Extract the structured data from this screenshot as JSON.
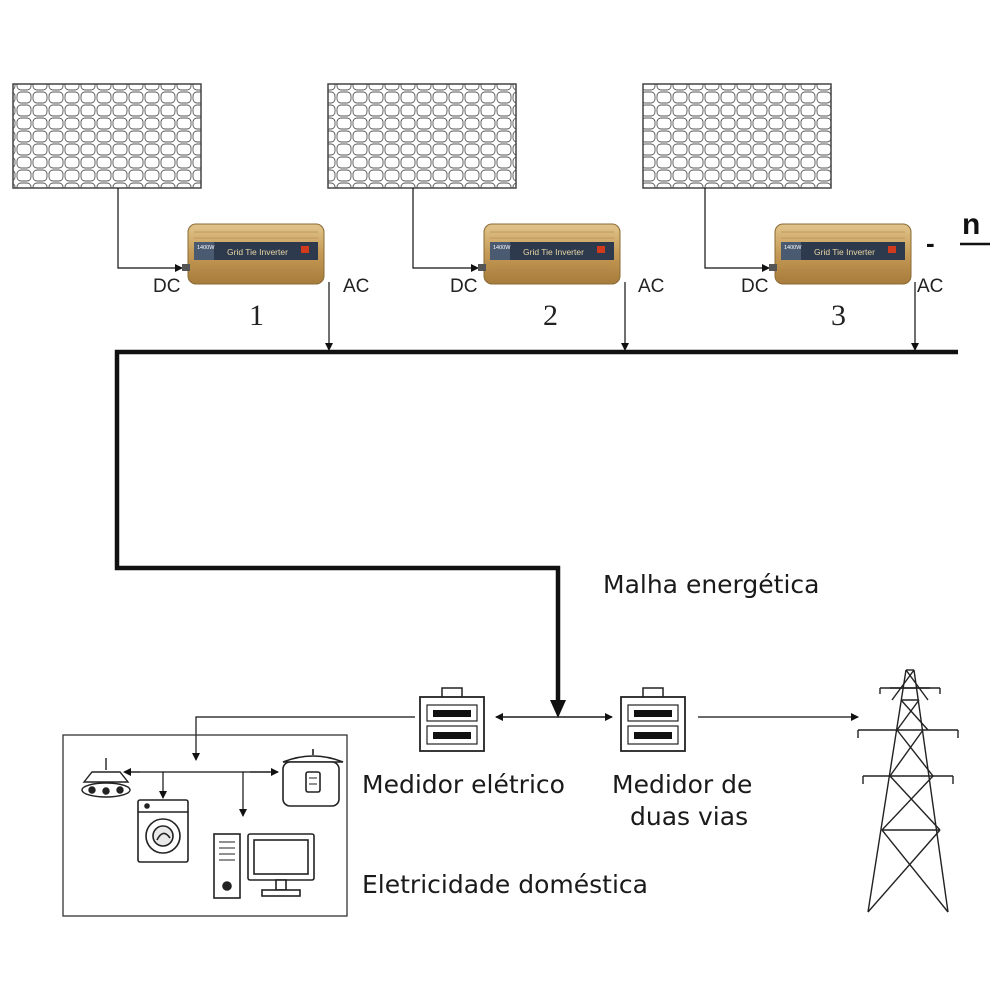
{
  "units": [
    {
      "number": "1",
      "dc_label": "DC",
      "ac_label": "AC",
      "inverter_brand": "Grid Tie Inverter",
      "inverter_rating": "1400W"
    },
    {
      "number": "2",
      "dc_label": "DC",
      "ac_label": "AC",
      "inverter_brand": "Grid Tie Inverter",
      "inverter_rating": "1400W"
    },
    {
      "number": "3",
      "dc_label": "DC",
      "ac_label": "AC",
      "inverter_brand": "Grid Tie Inverter",
      "inverter_rating": "1400W"
    }
  ],
  "series_dash": "-",
  "series_n": "n",
  "grid_label": "Malha energética",
  "meter1_label": "Medidor elétrico",
  "meter2_label_line1": "Medidor de",
  "meter2_label_line2": "duas vias",
  "household_label": "Eletricidade doméstica",
  "colors": {
    "line": "#111111",
    "panel_stroke": "#444444",
    "inverter_gold": "#c9a15c",
    "inverter_band": "#2d3a4e"
  }
}
